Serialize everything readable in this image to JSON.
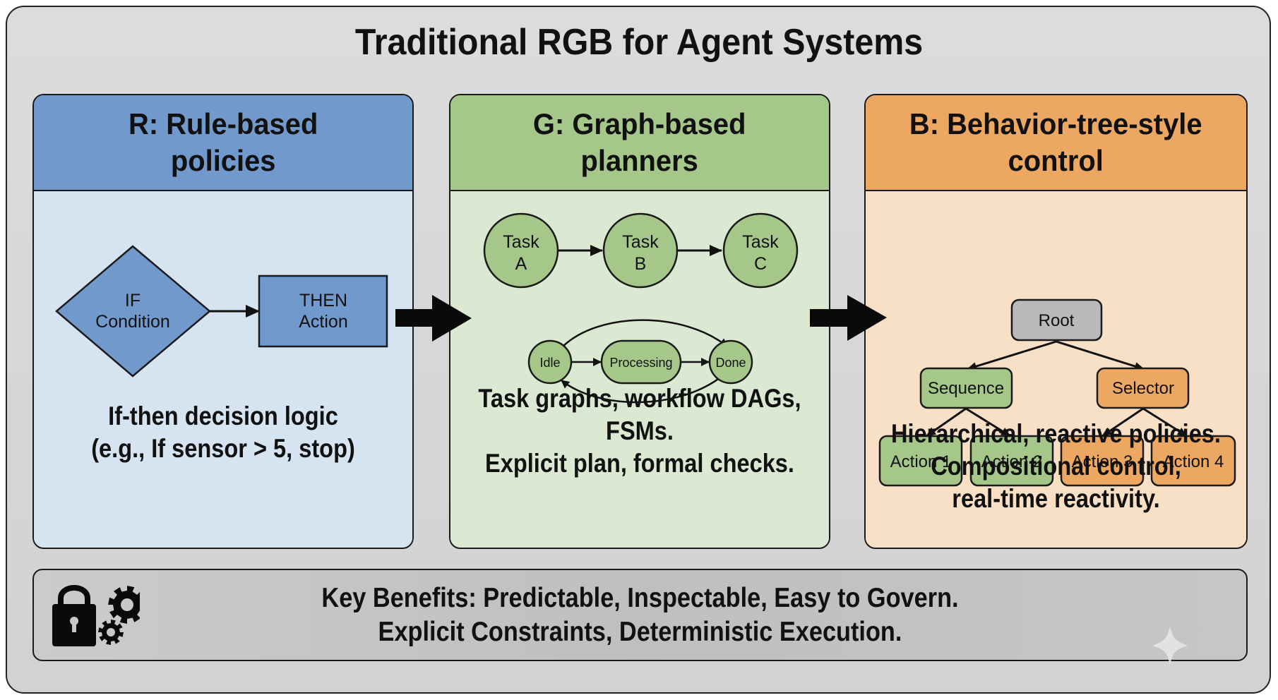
{
  "title": "Traditional RGB for Agent Systems",
  "colors": {
    "rule_header": "#7199cc",
    "rule_body": "#d6e3f1",
    "graph_header": "#a5c88a",
    "graph_body": "#dce9d2",
    "tree_header": "#eca862",
    "tree_body": "#f7e0c6",
    "root_node": "#b9b9b9"
  },
  "panels": {
    "rule": {
      "heading": [
        "R: Rule-based",
        "policies"
      ],
      "diagram": {
        "condition": [
          "IF",
          "Condition"
        ],
        "action": [
          "THEN",
          "Action"
        ]
      },
      "description": [
        "If-then decision logic",
        "(e.g., If sensor > 5, stop)"
      ]
    },
    "graph": {
      "heading": [
        "G: Graph-based",
        "planners"
      ],
      "tasks": [
        {
          "line1": "Task",
          "line2": "A"
        },
        {
          "line1": "Task",
          "line2": "B"
        },
        {
          "line1": "Task",
          "line2": "C"
        }
      ],
      "fsm_states": [
        "Idle",
        "Processing",
        "Done"
      ],
      "description": [
        "Task graphs, workflow DAGs,",
        "FSMs.",
        "Explicit plan, formal checks."
      ]
    },
    "tree": {
      "heading": [
        "B: Behavior-tree-style",
        "control"
      ],
      "root": "Root",
      "sequence": "Sequence",
      "selector": "Selector",
      "actions": [
        "Action 1",
        "Action 2",
        "Action 3",
        "Action 4"
      ],
      "description": [
        "Hierarchical, reactive policies.",
        "Compositional control,",
        "real-time reactivity."
      ]
    }
  },
  "benefits": {
    "lines": [
      "Key Benefits: Predictable, Inspectable, Easy to Govern.",
      "Explicit Constraints, Deterministic Execution."
    ],
    "icons": [
      "lock-icon",
      "gear-icon"
    ]
  }
}
